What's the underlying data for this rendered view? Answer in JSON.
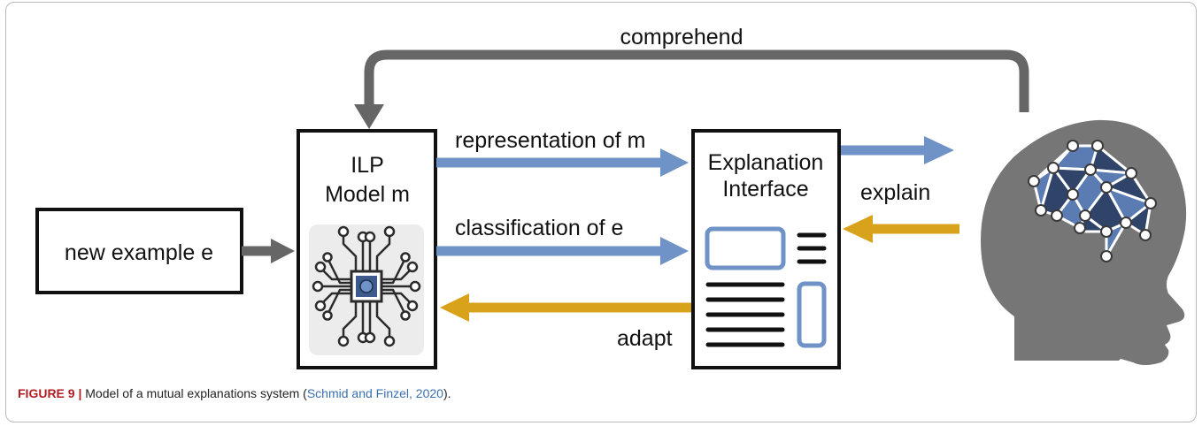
{
  "labels": {
    "comprehend": "comprehend",
    "ilp_line1": "ILP",
    "ilp_line2": "Model m",
    "representation": "representation of m",
    "classification": "classification of e",
    "adapt": "adapt",
    "explanation_line1": "Explanation",
    "explanation_line2": "Interface",
    "explain": "explain",
    "new_example": "new example e"
  },
  "caption": {
    "figure_label": "FIGURE 9 |",
    "text": " Model of a mutual explanations system (",
    "citation": "Schmid and Finzel, 2020",
    "end": ")."
  },
  "colors": {
    "gray_arrow": "#666666",
    "blue_arrow": "#6f93c6",
    "orange_arrow": "#d9a21b",
    "head": "#767676",
    "brain_dark": "#2f4468",
    "brain_light": "#5b7cb3",
    "icon_outline": "#2b2b2b"
  },
  "icons": [
    "circuit-chip-icon",
    "brain-head-icon",
    "document-layout-icon"
  ]
}
